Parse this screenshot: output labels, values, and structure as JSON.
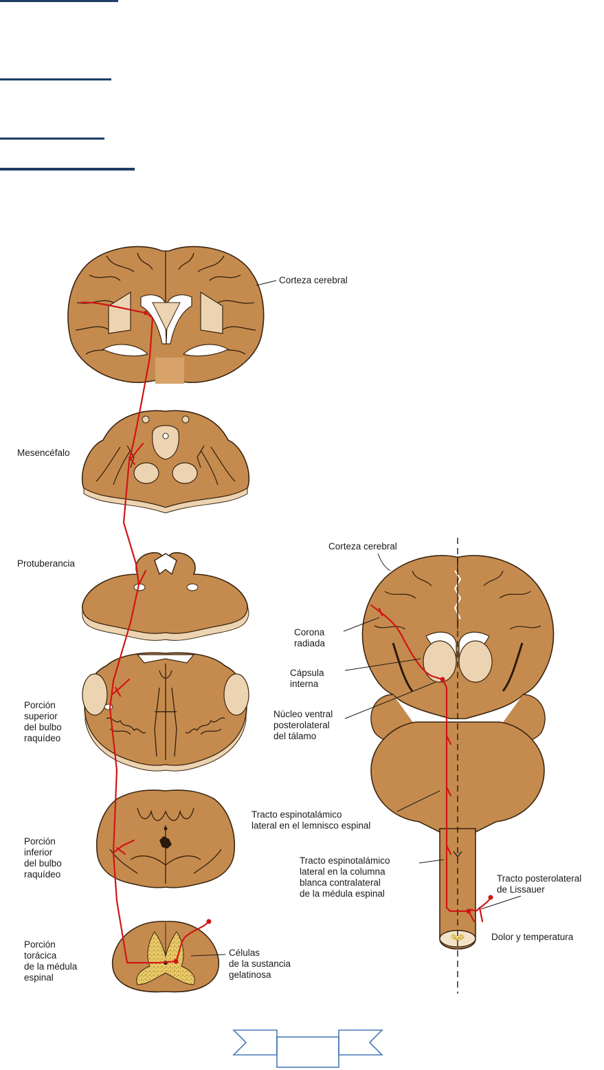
{
  "header_rules": [
    {
      "id": "rule-1"
    },
    {
      "id": "rule-2"
    },
    {
      "id": "rule-3"
    },
    {
      "id": "rule-4"
    }
  ],
  "left_labels": {
    "corteza_cerebral": "Corteza cerebral",
    "mesencefalo": "Mesencéfalo",
    "protuberancia": "Protuberancia",
    "bulbo_superior": [
      "Porción",
      "superior",
      "del bulbo",
      "raquídeo"
    ],
    "bulbo_inferior": [
      "Porción",
      "inferior",
      "del bulbo",
      "raquídeo"
    ],
    "medula_toracica": [
      "Porción",
      "torácica",
      "de la médula",
      "espinal"
    ],
    "celulas": [
      "Células",
      "de la sustancia",
      "gelatinosa"
    ]
  },
  "right_labels": {
    "corteza_cerebral": "Corteza cerebral",
    "corona": [
      "Corona",
      "radiada"
    ],
    "capsula": [
      "Cápsula",
      "interna"
    ],
    "nucleo": [
      "Núcleo ventral",
      "posterolateral",
      "del tálamo"
    ],
    "tracto_lemnisco": [
      "Tracto espinotalámico",
      "lateral en el lemnisco espinal"
    ],
    "tracto_columna": [
      "Tracto espinotalámico",
      "lateral en la columna",
      "blanca contralateral",
      "de la médula espinal"
    ],
    "tracto_lissauer": [
      "Tracto posterolateral",
      "de Lissauer"
    ],
    "dolor": "Dolor y temperatura"
  },
  "colors": {
    "tissue": "#c58b4e",
    "tissue_dark": "#a86f36",
    "pale": "#ecd4b2",
    "pathway": "#d01515",
    "rule": "#1f3d66"
  }
}
